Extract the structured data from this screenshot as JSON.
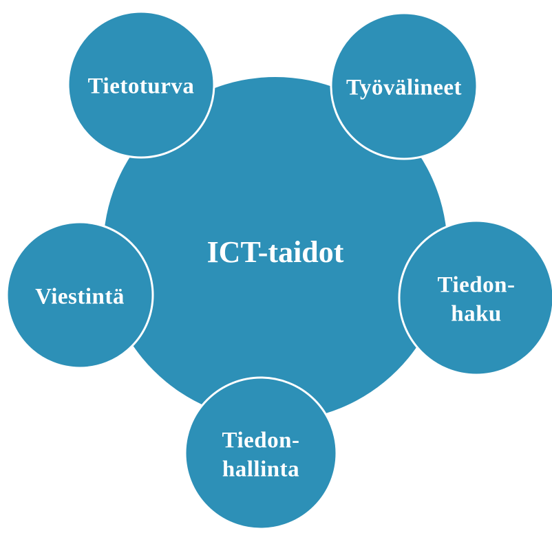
{
  "colors": {
    "circle_fill": "#2d90b7",
    "circle_stroke": "#ffffff",
    "text": "#ffffff",
    "background": "#ffffff"
  },
  "center": {
    "label": "ICT-taidot"
  },
  "satellites": [
    {
      "id": "tietoturva",
      "lines": [
        "Tietoturva"
      ]
    },
    {
      "id": "tyovalineet",
      "lines": [
        "Työvälineet"
      ]
    },
    {
      "id": "viestinta",
      "lines": [
        "Viestintä"
      ]
    },
    {
      "id": "tiedonhaku",
      "lines": [
        "Tiedon-",
        "haku"
      ]
    },
    {
      "id": "tiedonhallinta",
      "lines": [
        "Tiedon-",
        "hallinta"
      ]
    }
  ]
}
